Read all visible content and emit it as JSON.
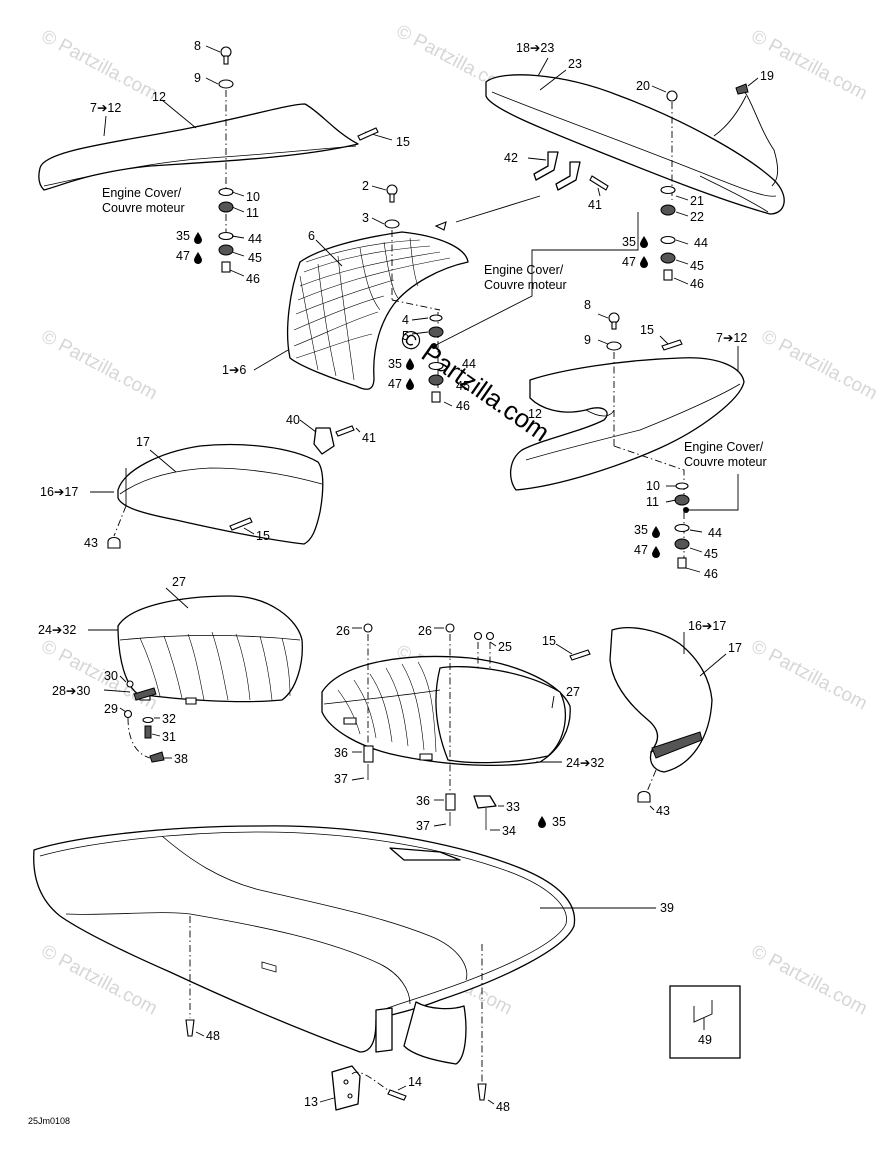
{
  "watermark": "© Partzilla.com",
  "figure_code": "25Jm0108",
  "engine_cover_text": [
    "Engine Cover/",
    "Couvre moteur"
  ],
  "callouts": {
    "c8a": "8",
    "c9a": "9",
    "c7_12a": "7➔12",
    "c12a": "12",
    "c15a": "15",
    "c10a": "10",
    "c11a": "11",
    "c35a": "35",
    "c44a": "44",
    "c47a": "47",
    "c45a": "45",
    "c46a": "46",
    "c2": "2",
    "c3": "3",
    "c6": "6",
    "c1_6": "1➔6",
    "c4": "4",
    "c5": "5",
    "c35b": "35",
    "c44b": "44",
    "c47b": "47",
    "c45b": "45",
    "c46b": "46",
    "c18_23": "18➔23",
    "c23": "23",
    "c20": "20",
    "c19": "19",
    "c42": "42",
    "c41a": "41",
    "c21": "21",
    "c22": "22",
    "c35c": "35",
    "c44c": "44",
    "c47c": "47",
    "c45c": "45",
    "c46c": "46",
    "c8b": "8",
    "c9b": "9",
    "c15b": "15",
    "c7_12b": "7➔12",
    "c12b": "12",
    "c10b": "10",
    "c11b": "11",
    "c35d": "35",
    "c44d": "44",
    "c47d": "47",
    "c45d": "45",
    "c46d": "46",
    "c40": "40",
    "c41b": "41",
    "c17a": "17",
    "c16_17a": "16➔17",
    "c43a": "43",
    "c15c": "15",
    "c27a": "27",
    "c24_32a": "24➔32",
    "c30": "30",
    "c28_30": "28➔30",
    "c29": "29",
    "c32": "32",
    "c31": "31",
    "c38": "38",
    "c26a": "26",
    "c26b": "26",
    "c25": "25",
    "c27b": "27",
    "c24_32b": "24➔32",
    "c36a": "36",
    "c37a": "37",
    "c36b": "36",
    "c37b": "37",
    "c33": "33",
    "c34": "34",
    "c35e": "35",
    "c15d": "15",
    "c16_17b": "16➔17",
    "c17b": "17",
    "c43b": "43",
    "c39": "39",
    "c48a": "48",
    "c48b": "48",
    "c13": "13",
    "c14": "14",
    "c49": "49"
  }
}
